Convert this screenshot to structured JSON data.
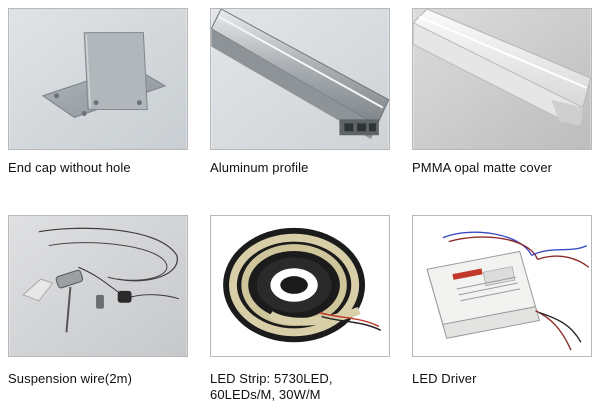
{
  "products": [
    {
      "caption": "End cap without hole",
      "icon": "end-cap-image"
    },
    {
      "caption": "Aluminum profile",
      "icon": "aluminum-profile-image"
    },
    {
      "caption": "PMMA opal matte cover",
      "icon": "pmma-cover-image"
    },
    {
      "caption": "Suspension wire(2m)",
      "icon": "suspension-wire-image"
    },
    {
      "caption_line1": "LED Strip:  5730LED,",
      "caption_line2": "60LEDs/M,   30W/M",
      "icon": "led-strip-image"
    },
    {
      "caption": "LED Driver",
      "icon": "led-driver-image"
    }
  ]
}
